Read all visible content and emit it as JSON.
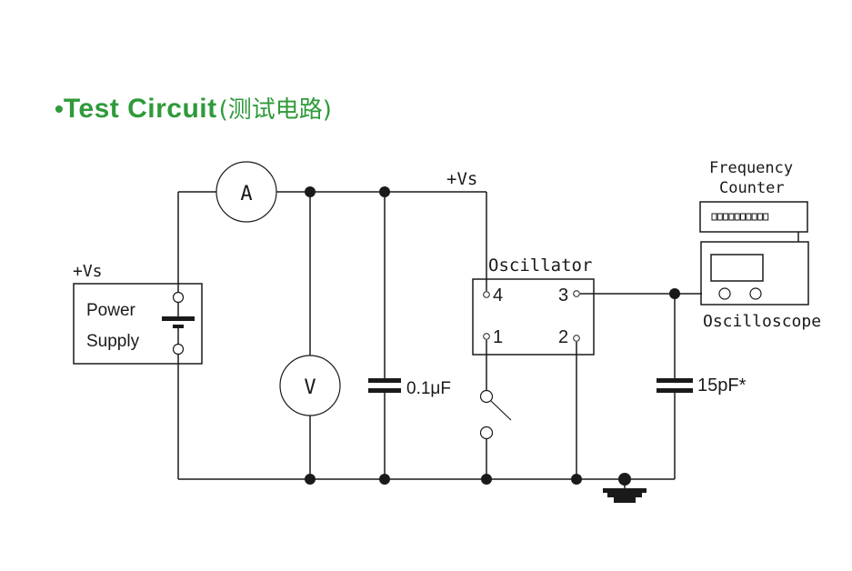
{
  "title": {
    "bullet": "•",
    "main": "Test Circuit",
    "sub": "(测试电路)"
  },
  "colors": {
    "title_green": "#2f9a3a",
    "line": "#1a1a1a",
    "background": "#ffffff"
  },
  "diagram": {
    "power_supply": {
      "label_line1": "Power",
      "label_line2": "Supply",
      "voltage_label": "+Vs"
    },
    "ammeter": {
      "symbol": "A"
    },
    "voltmeter": {
      "symbol": "V"
    },
    "supply_node_label": "+Vs",
    "capacitor_bypass": {
      "label": "0.1μF"
    },
    "capacitor_load": {
      "label": "15pF*"
    },
    "oscillator": {
      "label": "Oscillator",
      "pins": {
        "p1": "1",
        "p2": "2",
        "p3": "3",
        "p4": "4"
      }
    },
    "frequency_counter": {
      "label_line1": "Frequency",
      "label_line2": "Counter"
    },
    "oscilloscope": {
      "label": "Oscilloscope"
    },
    "switch": {
      "type": "SPST"
    },
    "ground": {
      "type": "ground-symbol"
    }
  }
}
